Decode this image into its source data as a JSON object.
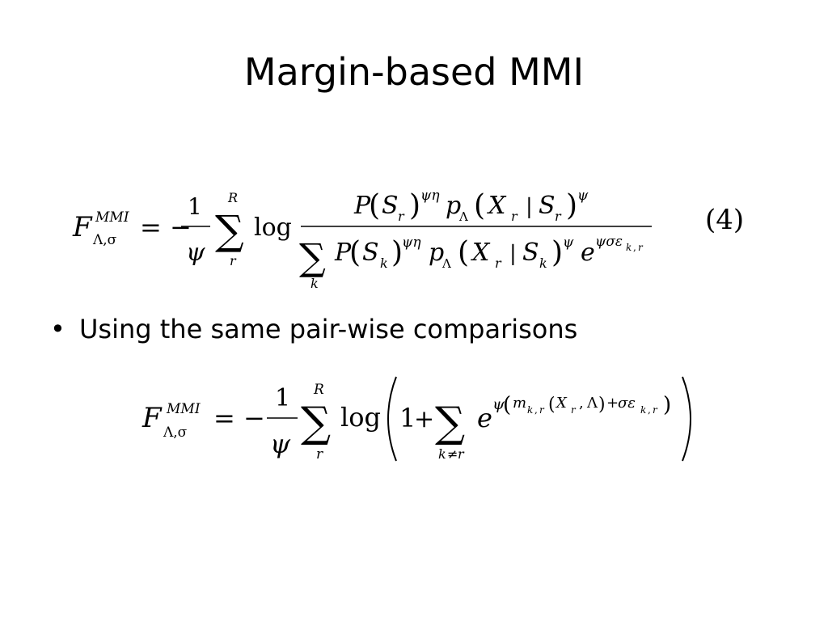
{
  "slide": {
    "title": "Margin-based MMI",
    "bullets": [
      {
        "marker": "•",
        "text": "Using the same pair-wise comparisons"
      }
    ],
    "equation1": {
      "number": "(4)",
      "lhs": {
        "main": "F",
        "super": "MMI",
        "sub": "Λ,σ"
      },
      "equals": "= −",
      "fraction": {
        "num": "1",
        "den": "ψ"
      },
      "sum": {
        "symbol": "∑",
        "upper": "R",
        "lower": "r"
      },
      "log": "log",
      "numerator": "P(S_r)^{ψη} p_Λ(X_r | S_r)^ψ",
      "denominator": "∑_k P(S_k)^{ψη} p_Λ(X_r | S_k)^ψ e^{ψσε_{k,r}}"
    },
    "equation2": {
      "lhs": {
        "main": "F",
        "super": "MMI",
        "sub": "Λ,σ"
      },
      "equals": "= −",
      "fraction": {
        "num": "1",
        "den": "ψ"
      },
      "sum": {
        "symbol": "∑",
        "upper": "R",
        "lower": "r"
      },
      "log": "log",
      "inner_sum_lower": "k≠r",
      "body": "1 + ∑_{k≠r} e^{ψ(m_{k,r}(X_r, Λ) + σε_{k,r})}"
    }
  }
}
